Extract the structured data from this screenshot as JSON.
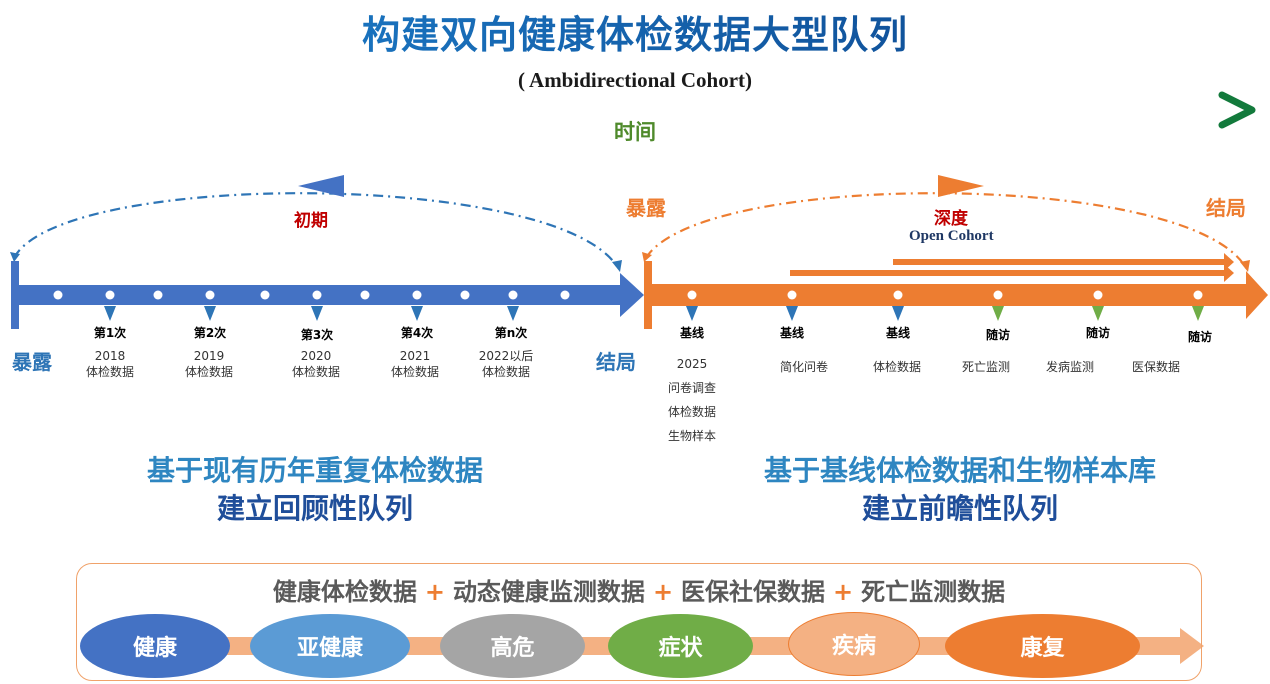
{
  "title": "构建双向健康体检数据大型队列",
  "subtitle": "( Ambidirectional Cohort)",
  "time_label": "时间",
  "retrospective": {
    "phase_label": "初期",
    "exposure_label": "暴露",
    "outcome_label": "结局",
    "visits": [
      {
        "label": "第1次",
        "year": "2018",
        "data": "体检数据"
      },
      {
        "label": "第2次",
        "year": "2019",
        "data": "体检数据"
      },
      {
        "label": "第3次",
        "year": "2020",
        "data": "体检数据"
      },
      {
        "label": "第4次",
        "year": "2021",
        "data": "体检数据"
      },
      {
        "label": "第n次",
        "year": "2022以后",
        "data": "体检数据"
      }
    ],
    "summary_line1": "基于现有历年重复体检数据",
    "summary_line2": "建立回顾性队列"
  },
  "prospective": {
    "phase_label": "深度",
    "phase_sub": "Open Cohort",
    "exposure_label": "暴露",
    "outcome_label": "结局",
    "first_baseline": {
      "label": "基线",
      "items": [
        "2025",
        "问卷调查",
        "体检数据",
        "生物样本"
      ]
    },
    "points": [
      {
        "label": "基线",
        "item": "简化问卷"
      },
      {
        "label": "基线",
        "item": "体检数据"
      },
      {
        "label": "随访",
        "item": "死亡监测"
      },
      {
        "label": "随访",
        "item": "发病监测"
      },
      {
        "label": "随访",
        "item": "医保数据"
      }
    ],
    "summary_line1": "基于基线体检数据和生物样本库",
    "summary_line2": "建立前瞻性队列"
  },
  "sources": {
    "items": [
      "健康体检数据",
      "动态健康监测数据",
      "医保社保数据",
      "死亡监测数据"
    ],
    "separator": "+"
  },
  "stages": [
    {
      "label": "健康",
      "color": "#4472c4"
    },
    {
      "label": "亚健康",
      "color": "#5b9bd5"
    },
    {
      "label": "高危",
      "color": "#a5a5a5"
    },
    {
      "label": "症状",
      "color": "#70ad47"
    },
    {
      "label": "疾病",
      "color": "#f4b183"
    },
    {
      "label": "康复",
      "color": "#ed7d31"
    }
  ],
  "colors": {
    "retro_blue": "#4472c4",
    "prosp_orange": "#ed7d31",
    "time_green": "#1e9e4a",
    "baseline_marker": "#2e75b6",
    "followup_marker": "#70ad47"
  }
}
